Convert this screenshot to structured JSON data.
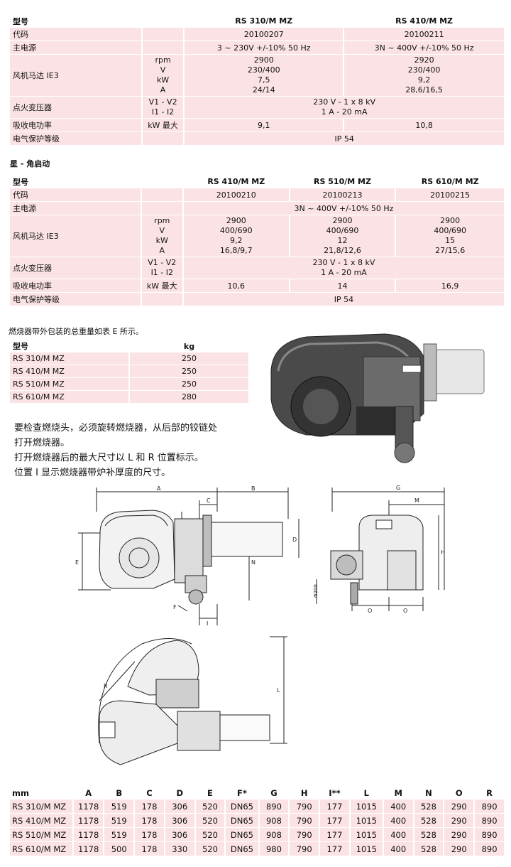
{
  "table1": {
    "header": {
      "model": "型号",
      "col1": "RS 310/M MZ",
      "col2": "RS 410/M MZ"
    },
    "code": {
      "label": "代码",
      "v1": "20100207",
      "v2": "20100211"
    },
    "mains": {
      "label": "主电源",
      "v1": "3 ~ 230V +/-10% 50 Hz",
      "v2": "3N ~ 400V +/-10% 50 Hz"
    },
    "fan": {
      "label": "风机马达 IE3",
      "units": [
        "rpm",
        "V",
        "kW",
        "A"
      ],
      "v1": [
        "2900",
        "230/400",
        "7,5",
        "24/14"
      ],
      "v2": [
        "2920",
        "230/400",
        "9,2",
        "28,6/16,5"
      ]
    },
    "ignition": {
      "label": "点火变压器",
      "units": [
        "V1 - V2",
        "I1 - I2"
      ],
      "values": [
        "230 V - 1 x 8 kV",
        "1 A - 20 mA"
      ]
    },
    "power": {
      "label": "吸收电功率",
      "unit": "kW 最大",
      "v1": "9,1",
      "v2": "10,8"
    },
    "protection": {
      "label": "电气保护等级",
      "value": "IP 54"
    }
  },
  "section2_label": "星 - 角启动",
  "table2": {
    "header": {
      "model": "型号",
      "col1": "RS 410/M MZ",
      "col2": "RS 510/M MZ",
      "col3": "RS 610/M MZ"
    },
    "code": {
      "label": "代码",
      "v1": "20100210",
      "v2": "20100213",
      "v3": "20100215"
    },
    "mains": {
      "label": "主电源",
      "value": "3N ~ 400V   +/-10% 50 Hz"
    },
    "fan": {
      "label": "风机马达 IE3",
      "units": [
        "rpm",
        "V",
        "kW",
        "A"
      ],
      "v1": [
        "2900",
        "400/690",
        "9,2",
        "16,8/9,7"
      ],
      "v2": [
        "2900",
        "400/690",
        "12",
        "21,8/12,6"
      ],
      "v3": [
        "2900",
        "400/690",
        "15",
        "27/15,6"
      ]
    },
    "ignition": {
      "label": "点火变压器",
      "units": [
        "V1 - V2",
        "I1 - I2"
      ],
      "values": [
        "230 V - 1 x 8 kV",
        "1 A - 20 mA"
      ]
    },
    "power": {
      "label": "吸收电功率",
      "unit": "kW 最大",
      "v1": "10,6",
      "v2": "14",
      "v3": "16,9"
    },
    "protection": {
      "label": "电气保护等级",
      "value": "IP 54"
    }
  },
  "weight_note": "燃烧器带外包装的总重量如表 E 所示。",
  "weight_table": {
    "header": {
      "model": "型号",
      "unit": "kg"
    },
    "rows": [
      {
        "model": "RS 310/M MZ",
        "kg": "250"
      },
      {
        "model": "RS 410/M MZ",
        "kg": "250"
      },
      {
        "model": "RS 510/M MZ",
        "kg": "250"
      },
      {
        "model": "RS 610/M MZ",
        "kg": "280"
      }
    ]
  },
  "paragraph": [
    "要检查燃烧头，必须旋转燃烧器，从后部的铰链处",
    "打开燃烧器。",
    "打开燃烧器后的最大尺寸以 L 和 R 位置标示。",
    "位置 I 显示燃烧器带炉补厚度的尺寸。"
  ],
  "diagram_labels": {
    "side": {
      "A": "A",
      "B": "B",
      "C": "C",
      "D": "D",
      "E": "E",
      "N": "N",
      "F": "F",
      "I": "I"
    },
    "front": {
      "G": "G",
      "M": "M",
      "H": "H",
      "O1": "O",
      "O2": "O",
      "dia": "Φ200"
    },
    "open": {
      "R": "R",
      "L": "L"
    }
  },
  "dims": {
    "headers": [
      "mm",
      "A",
      "B",
      "C",
      "D",
      "E",
      "F*",
      "G",
      "H",
      "I**",
      "L",
      "M",
      "N",
      "O",
      "R"
    ],
    "rows": [
      [
        "RS 310/M MZ",
        "1178",
        "519",
        "178",
        "306",
        "520",
        "DN65",
        "890",
        "790",
        "177",
        "1015",
        "400",
        "528",
        "290",
        "890"
      ],
      [
        "RS 410/M MZ",
        "1178",
        "519",
        "178",
        "306",
        "520",
        "DN65",
        "908",
        "790",
        "177",
        "1015",
        "400",
        "528",
        "290",
        "890"
      ],
      [
        "RS 510/M MZ",
        "1178",
        "519",
        "178",
        "306",
        "520",
        "DN65",
        "908",
        "790",
        "177",
        "1015",
        "400",
        "528",
        "290",
        "890"
      ],
      [
        "RS 610/M MZ",
        "1178",
        "500",
        "178",
        "330",
        "520",
        "DN65",
        "980",
        "790",
        "177",
        "1015",
        "400",
        "528",
        "290",
        "890"
      ]
    ]
  }
}
